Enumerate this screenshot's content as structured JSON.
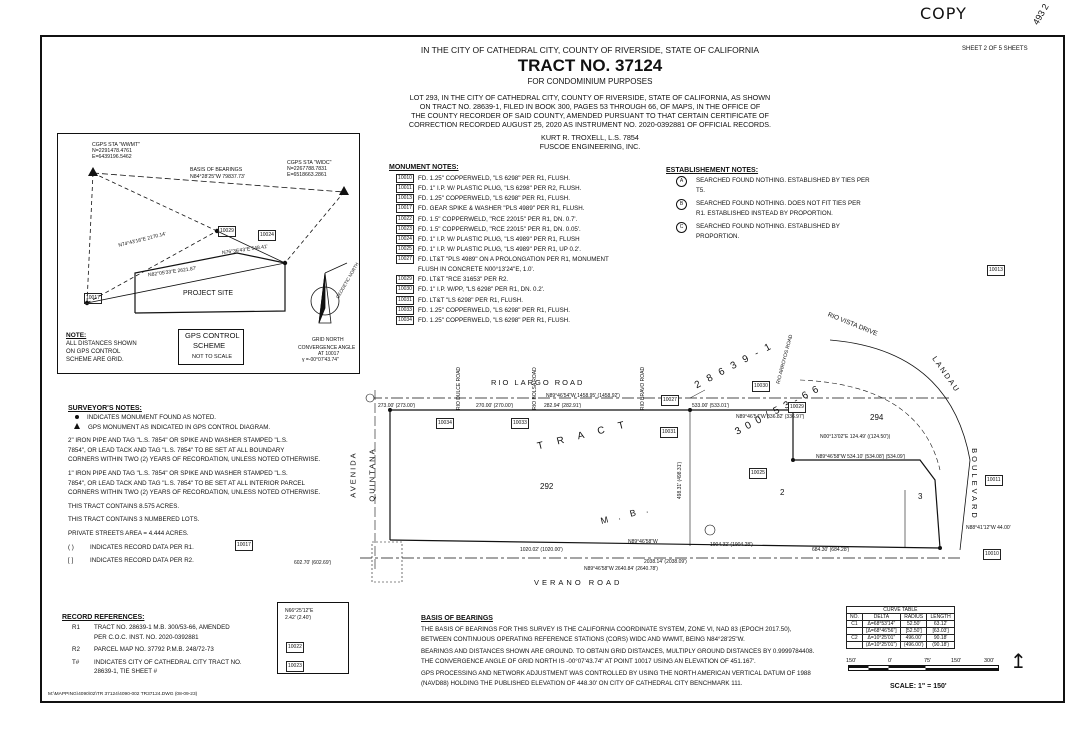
{
  "corner": {
    "stamp": "COPY",
    "sheet_code": "493 2"
  },
  "header": {
    "line1": "IN THE CITY OF CATHEDRAL CITY, COUNTY OF RIVERSIDE, STATE OF CALIFORNIA",
    "title": "TRACT NO. 37124",
    "subtitle": "FOR CONDOMINIUM PURPOSES",
    "desc1": "LOT 293, IN THE CITY OF CATHEDRAL CITY, COUNTY OF RIVERSIDE, STATE OF CALIFORNIA, AS SHOWN",
    "desc2": "ON TRACT NO. 28639-1, FILED IN BOOK 300, PAGES 53 THROUGH 66, OF MAPS, IN THE OFFICE OF",
    "desc3": "THE COUNTY RECORDER OF SAID COUNTY, AMENDED PURSUANT TO THAT CERTAIN CERTIFICATE OF",
    "desc4": "CORRECTION RECORDED AUGUST 25, 2020 AS INSTRUMENT NO. 2020-0392881 OF OFFICIAL RECORDS.",
    "surveyor": "KURT R. TROXELL, L.S. 7854",
    "firm": "FUSCOE ENGINEERING, INC.",
    "sheet": "SHEET 2 OF 5 SHEETS"
  },
  "inset": {
    "wwmt": "CGPS STA \"WWMT\"",
    "wwmt_n": "N=2291478.4761",
    "wwmt_e": "E=6439196.5462",
    "widc": "CGPS STA \"WIDC\"",
    "widc_n": "N=2267788.7831",
    "widc_e": "E=6518663.2861",
    "basis": "BASIS OF BEARINGS",
    "basis_brg": "N84°28'25\"W  79837.73'",
    "project_site": "PROJECT SITE",
    "tie1": "N74°43'16\"E  2170.14'",
    "tie2": "N76°36'43\"E  548.41'",
    "tie3": "N82°05'33\"E  2621.87'",
    "tag1": "10029",
    "tag2": "10024",
    "tag3": "10017",
    "note_title": "NOTE:",
    "note1": "ALL DISTANCES SHOWN",
    "note2": "ON GPS CONTROL",
    "note3": "SCHEME ARE GRID.",
    "gps_title1": "GPS CONTROL",
    "gps_title2": "SCHEME",
    "gps_nts": "NOT TO SCALE",
    "north1": "GRID NORTH",
    "north2": "GEODETIC NORTH",
    "conv1": "CONVERGENCE ANGLE",
    "conv2": "AT 10017",
    "conv3": "γ =-00°07'43.74\""
  },
  "monument_notes": {
    "title": "MONUMENT NOTES:",
    "items": [
      {
        "tag": "10010",
        "text": "FD. 1.25\" COPPERWELD, \"LS 6298\" PER R1, FLUSH."
      },
      {
        "tag": "10011",
        "text": "FD. 1\" I.P. W/ PLASTIC PLUG, \"LS 6298\" PER R2, FLUSH."
      },
      {
        "tag": "10013",
        "text": "FD. 1.25\" COPPERWELD, \"LS 6298\" PER R1, FLUSH."
      },
      {
        "tag": "10017",
        "text": "FD. GEAR SPIKE & WASHER \"PLS 4989\" PER R1, FLUSH."
      },
      {
        "tag": "10022",
        "text": "FD. 1.5\" COPPERWELD, \"RCE 22015\" PER R1, DN. 0.7'."
      },
      {
        "tag": "10023",
        "text": "FD. 1.5\" COPPERWELD, \"RCE 22015\" PER R1, DN. 0.05'."
      },
      {
        "tag": "10024",
        "text": "FD. 1\" I.P. W/ PLASTIC PLUG, \"LS 4989\" PER R1, FLUSH"
      },
      {
        "tag": "10025",
        "text": "FD. 1\" I.P. W/ PLASTIC PLUG, \"LS 4989\" PER R1, UP 0.2'."
      },
      {
        "tag": "10027",
        "text": "FD. LT&T \"PLS 4989\" ON A PROLONGATION PER R1, MONUMENT"
      },
      {
        "tag": "",
        "text": "FLUSH IN CONCRETE N00°13'24\"E, 1.0'."
      },
      {
        "tag": "10029",
        "text": "FD. LT&T \"RCE 31653\" PER R2."
      },
      {
        "tag": "10030",
        "text": "FD. 1\" I.P. W/PP, \"LS 6298\" PER R1, DN. 0.2'."
      },
      {
        "tag": "10031",
        "text": "FD. LT&T \"LS 6298\" PER R1, FLUSH."
      },
      {
        "tag": "10033",
        "text": "FD. 1.25\" COPPERWELD, \"LS 6298\" PER R1, FLUSH."
      },
      {
        "tag": "10034",
        "text": "FD. 1.25\" COPPERWELD, \"LS 6298\" PER R1, FLUSH."
      }
    ]
  },
  "establishment_notes": {
    "title": "ESTABLISHEMENT NOTES:",
    "items": [
      {
        "mark": "A",
        "l1": "SEARCHED FOUND NOTHING. ESTABLISHED BY TIES PER",
        "l2": "T5."
      },
      {
        "mark": "B",
        "l1": "SEARCHED FOUND NOTHING. DOES NOT FIT TIES PER",
        "l2": "R1. ESTABLISHED INSTEAD BY PROPORTION."
      },
      {
        "mark": "C",
        "l1": "SEARCHED FOUND NOTHING. ESTABLISHED BY",
        "l2": "PROPORTION."
      }
    ]
  },
  "surveyor_notes": {
    "title": "SURVEYOR'S NOTES:",
    "n1": "INDICATES MONUMENT FOUND AS NOTED.",
    "n2": "GPS MONUMENT AS INDICATED IN GPS CONTROL DIAGRAM.",
    "p1a": "2\" IRON PIPE AND TAG \"L.S. 7854\" OR SPIKE AND WASHER STAMPED \"L.S.",
    "p1b": "7854\", OR LEAD TACK AND TAG \"L.S. 7854\" TO BE SET AT ALL BOUNDARY",
    "p1c": "CORNERS WITHIN TWO (2) YEARS OF RECORDATION, UNLESS NOTED OTHERWISE.",
    "p2a": "1\" IRON PIPE AND TAG \"L.S. 7854\" OR SPIKE AND WASHER STAMPED \"L.S.",
    "p2b": "7854\", OR LEAD TACK AND TAG \"L.S. 7854\" TO BE SET AT ALL INTERIOR PARCEL",
    "p2c": "CORNERS WITHIN TWO (2) YEARS OF RECORDATION, UNLESS NOTED OTHERWISE.",
    "acres": "THIS TRACT CONTAINS 8.575 ACRES.",
    "lots": "THIS TRACT CONTAINS 3 NUMBERED LOTS.",
    "streets": "PRIVATE STREETS AREA = 4.444 ACRES.",
    "r1": "INDICATES RECORD DATA PER R1.",
    "r2": "INDICATES RECORD DATA PER R2.",
    "r1_sym": "( )",
    "r2_sym": "[ ]"
  },
  "record_refs": {
    "title": "RECORD REFERENCES:",
    "items": [
      {
        "k": "R1",
        "l1": "TRACT NO. 28639-1 M.B. 300/53-66, AMENDED",
        "l2": "PER C.O.C. INST. NO. 2020-0392881"
      },
      {
        "k": "R2",
        "l1": "PARCEL MAP NO. 37792 P.M.B. 248/72-73",
        "l2": ""
      },
      {
        "k": "T#",
        "l1": "INDICATES CITY OF CATHEDRAL CITY TRACT NO.",
        "l2": "28639-1, TIE SHEET #"
      }
    ]
  },
  "basis_of_bearings": {
    "title": "BASIS OF BEARINGS",
    "p1a": "THE BASIS OF BEARINGS FOR THIS SURVEY IS THE CALIFORNIA COORDINATE SYSTEM, ZONE VI, NAD 83 (EPOCH 2017.50),",
    "p1b": "BETWEEN CONTINUOUS OPERATING REFERENCE STATIONS (CORS) WIDC AND WWMT, BEING N84°28'25\"W.",
    "p2a": "BEARINGS AND DISTANCES SHOWN ARE GROUND. TO OBTAIN GRID DISTANCES, MULTIPLY GROUND DISTANCES BY 0.9999784408.",
    "p2b": "THE CONVERGENCE ANGLE OF GRID NORTH IS -00°07'43.74\" AT POINT 10017 USING AN ELEVATION OF 451.167'.",
    "p3a": "GPS PROCESSING AND NETWORK ADJUSTMENT WAS CONTROLLED BY USING THE NORTH AMERICAN VERTICAL DATUM OF 1988",
    "p3b": "(NAVD88) HOLDING THE PUBLISHED ELEVATION OF 448.30' ON CITY OF CATHEDRAL CITY BENCHMARK 111."
  },
  "curve_table": {
    "title": "CURVE TABLE",
    "headers": [
      "NO.",
      "DELTA",
      "RADIUS",
      "LENGTH"
    ],
    "rows": [
      [
        "C1",
        "Δ=68°53'14\"",
        "52.50'",
        "63.12'"
      ],
      [
        "",
        "[Δ=68°46'56\"]",
        "[52.50']",
        "[63.03']"
      ],
      [
        "C2",
        "Δ=10°25'01\"",
        "496.00'",
        "90.18'"
      ],
      [
        "",
        "(Δ=10°25'01\")",
        "(496.00')",
        "(90.18')"
      ]
    ]
  },
  "scale": {
    "t0": "150'",
    "t1": "0'",
    "t2": "75'",
    "t3": "150'",
    "t4": "300'",
    "label": "SCALE:  1\" = 150'"
  },
  "footer_path": "M:\\MAPPING\\4090\\02\\TR 37124\\4090-002 TR37124.DWG (08-09-23)",
  "plan": {
    "rio_largo": "RIO        LARGO        ROAD",
    "verano": "VERANO   ROAD",
    "rio_vista": "RIO VISTA DRIVE",
    "landau": "LANDAU",
    "boulevard": "BOULEVARD",
    "avenida": "AVENIDA",
    "quintana": "QUINTANA",
    "tract": "TRACT",
    "mb": "M.B.",
    "dulce": "RIO DULCE ROAD",
    "bolsa": "RIO BOLSA ROAD",
    "bravo": "RIO BRAVO ROAD",
    "arroyos": "RIO ARROYOS ROAD",
    "num1": "28639-1",
    "num2": "300/53-66",
    "lot292": "292",
    "lot294": "294",
    "lot2": "2",
    "lot3": "3",
    "bearing_top": "N89°46'54\"W  1458.95' (1458.92')",
    "bearing_bot": "N89°46'58\"W  2640.84' (2640.78')",
    "d_273": "273.00' (273.00')",
    "d_270": "270.00' (270.00')",
    "d_282": "282.94' (282.91')",
    "d_533": "533.00' (533.01')",
    "d_1020": "1020.02' (1020.00')",
    "d_2038": "2038.14' (2038.09')",
    "d_1904": "1904.32' (1904.28')",
    "d_684": "684.30' (684.28')",
    "d_534": "N89°46'58\"W  534.10' (534.08') (534.09')",
    "d_336": "N89°46'54\"W 336.82' (336.97')",
    "d_124": "N00°13'02\"E 124.49' ((124.50'))",
    "d_602": "602.70' (602.69')",
    "d_498": "498.31' (498.31')",
    "d_1114": "N88°41'12\"W 44.00'",
    "n89": "N89°46'58\"W",
    "tags": [
      "10034",
      "10033",
      "10031",
      "10027",
      "10030",
      "10029",
      "10025",
      "10011",
      "10010",
      "10013",
      "10017",
      "10022",
      "10023"
    ]
  },
  "detail": {
    "brg": "N66°25'12\"E",
    "dist": "2.42' (2.40')",
    "tags": [
      "10022",
      "10023"
    ]
  },
  "colors": {
    "ink": "#111111",
    "paper": "#ffffff"
  }
}
